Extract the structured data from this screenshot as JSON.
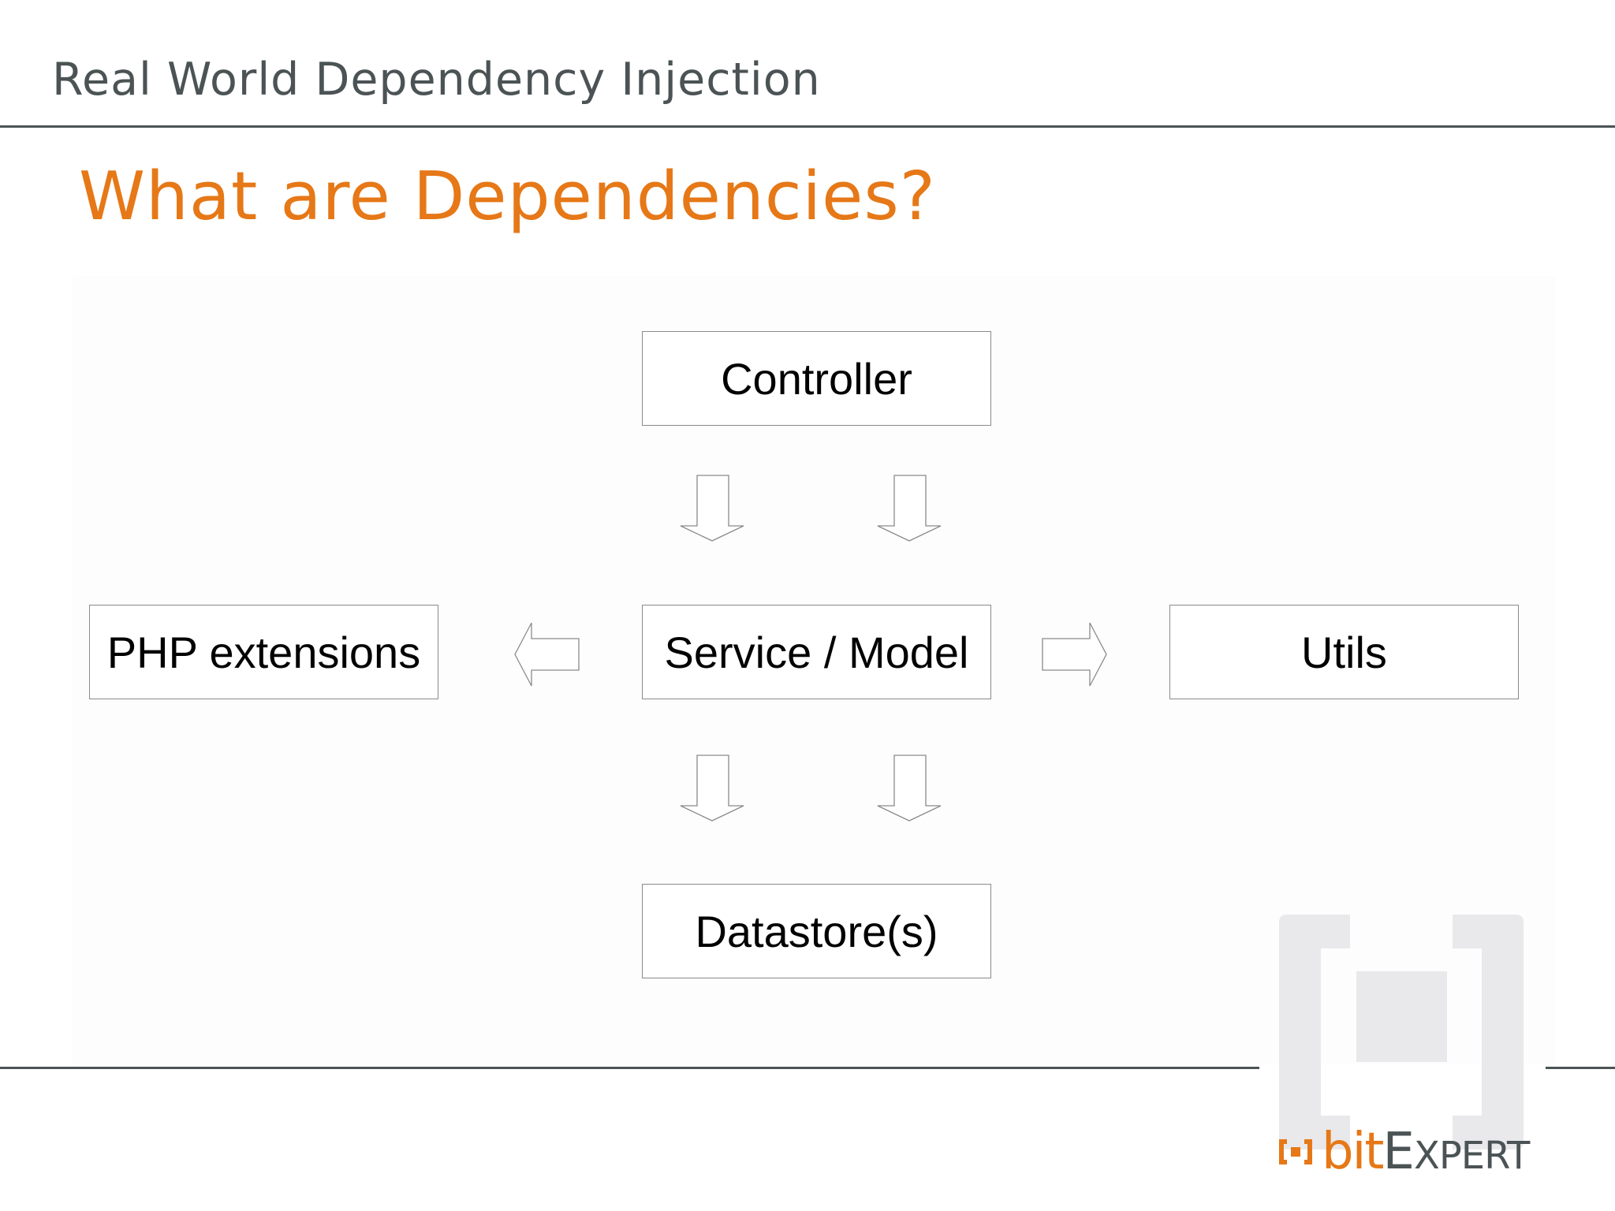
{
  "header": {
    "title": "Real World Dependency Injection"
  },
  "slide": {
    "title": "What are Dependencies?"
  },
  "diagram": {
    "nodes": {
      "controller": "Controller",
      "service_model": "Service / Model",
      "php_extensions": "PHP extensions",
      "utils": "Utils",
      "datastores": "Datastore(s)"
    },
    "edges": [
      {
        "from": "Controller",
        "to": "Service / Model"
      },
      {
        "from": "Controller",
        "to": "Service / Model"
      },
      {
        "from": "Service / Model",
        "to": "PHP extensions"
      },
      {
        "from": "Service / Model",
        "to": "Utils"
      },
      {
        "from": "Service / Model",
        "to": "Datastore(s)"
      },
      {
        "from": "Service / Model",
        "to": "Datastore(s)"
      }
    ]
  },
  "brand": {
    "bit": "bit",
    "expert_first": "E",
    "expert_rest": "XPERT"
  },
  "colors": {
    "accent": "#e67817",
    "text_dark": "#4b5355",
    "box_border": "#8a8a8a",
    "logo_gray": "#e9e9eb"
  }
}
